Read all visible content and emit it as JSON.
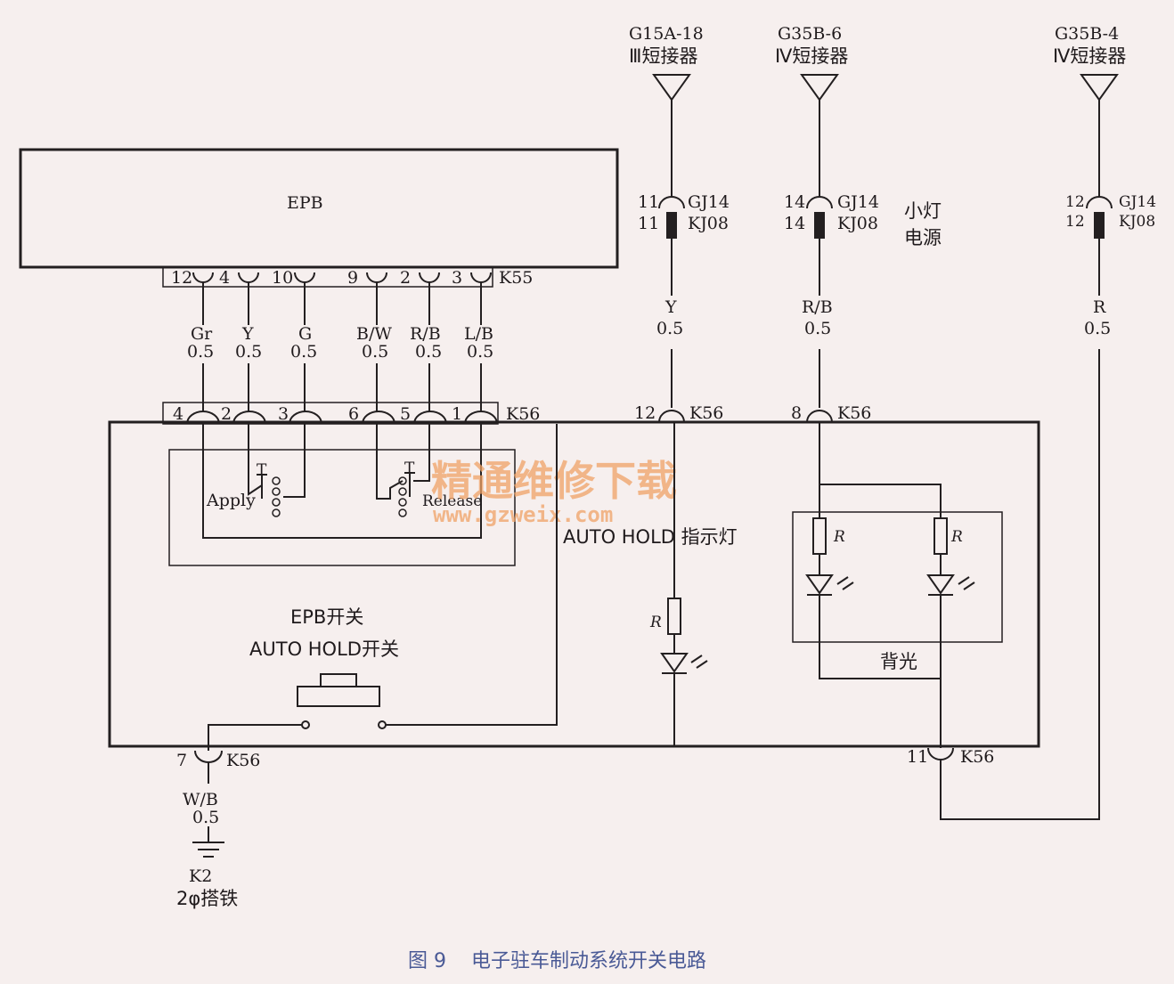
{
  "figure": {
    "caption": "图 9    电子驻车制动系统开关电路"
  },
  "watermark": {
    "line1": "精通维修下载",
    "line2": "www.gzweix.com"
  },
  "epb_module": {
    "label": "EPB",
    "connector": "K55",
    "pins": [
      "12",
      "4",
      "10",
      "9",
      "2",
      "3"
    ]
  },
  "wires_top": [
    {
      "color": "Gr",
      "size": "0.5"
    },
    {
      "color": "Y",
      "size": "0.5"
    },
    {
      "color": "G",
      "size": "0.5"
    },
    {
      "color": "B/W",
      "size": "0.5"
    },
    {
      "color": "R/B",
      "size": "0.5"
    },
    {
      "color": "L/B",
      "size": "0.5"
    }
  ],
  "switch_connector": {
    "name": "K56",
    "pins_left": [
      "4",
      "2",
      "3",
      "6",
      "5",
      "1"
    ],
    "pin_12": "12",
    "pin_8": "8",
    "pin_7": "7",
    "pin_11": "11"
  },
  "feeds": [
    {
      "source": "G15A-18",
      "desc": "Ⅲ短接器",
      "pin_top": "11",
      "pin_bottom": "11",
      "conn_top": "GJ14",
      "conn_bottom": "KJ08",
      "wire_color": "Y",
      "wire_size": "0.5"
    },
    {
      "source": "G35B-6",
      "desc": "Ⅳ短接器",
      "pin_top": "14",
      "pin_bottom": "14",
      "conn_top": "GJ14",
      "conn_bottom": "KJ08",
      "wire_color": "R/B",
      "wire_size": "0.5"
    },
    {
      "source": "G35B-4",
      "desc": "Ⅳ短接器",
      "pin_top": "12",
      "pin_bottom": "12",
      "conn_top": "GJ14",
      "conn_bottom": "KJ08",
      "wire_color": "R",
      "wire_size": "0.5"
    }
  ],
  "labels": {
    "small_light_line1": "小灯",
    "small_light_line2": "电源",
    "apply": "Apply",
    "release": "Release",
    "auto_hold_indicator": "AUTO HOLD  指示灯",
    "switch_line1": "EPB开关",
    "switch_line2": "AUTO HOLD开关",
    "backlight": "背光",
    "resistor": "R",
    "contact_t": "T"
  },
  "ground": {
    "wire_color": "W/B",
    "wire_size": "0.5",
    "name": "K2",
    "desc": "2φ搭铁"
  }
}
